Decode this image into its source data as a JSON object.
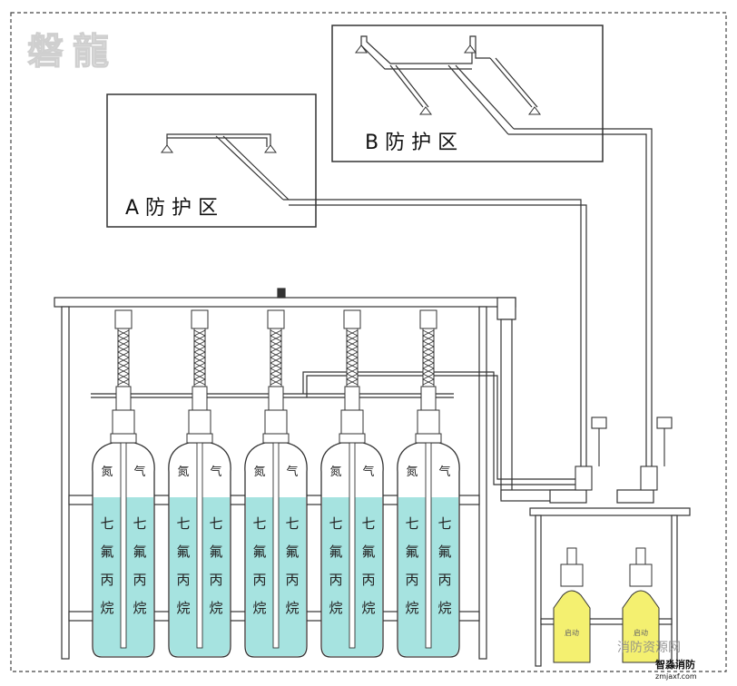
{
  "logo_text": "磐龍",
  "zones": {
    "a": {
      "label": "A 防 护 区"
    },
    "b": {
      "label": "B 防 护 区"
    }
  },
  "cylinder": {
    "gas_label": [
      "氮",
      "气"
    ],
    "agent_label": [
      "七",
      "氟",
      "丙",
      "烷"
    ],
    "count": 5
  },
  "pilot_cylinder_labels": [
    "启动",
    "启动"
  ],
  "watermark": {
    "brand": "消防资源网",
    "sub": "智淼消防",
    "url": "zmjaxf.com"
  },
  "colors": {
    "agent_fill": "#a6e3e0",
    "pilot_fill": "#f4f070",
    "line": "#222222",
    "frame": "#555555"
  }
}
